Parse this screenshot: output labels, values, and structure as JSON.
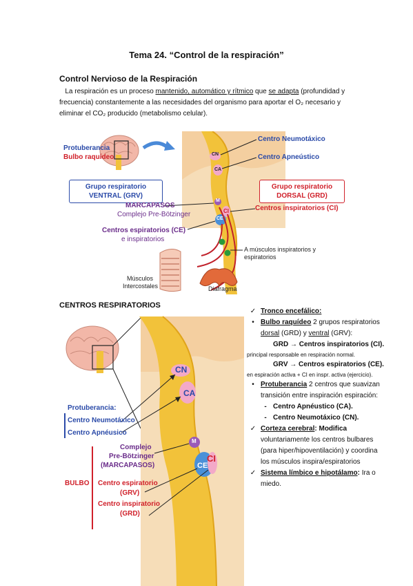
{
  "title": "Tema 24. “Control de la respiración”",
  "section1": {
    "heading": "Control Nervioso de la Respiración",
    "intro_parts": [
      "La respiración es un proceso ",
      "mantenido, automático y rítmico",
      " que ",
      "se adapta",
      " (profundidad y frecuencia) constantemente a las necesidades del organismo para aportar el O₂ necesario y eliminar el CO₂ producido (metabolismo celular)."
    ]
  },
  "figure1": {
    "protuberancia": "Protuberancia",
    "bulbo": "Bulbo raquídeo",
    "cn_tag": "CN",
    "ca_tag": "CA",
    "m_tag": "M",
    "ci_tag": "CI",
    "ce_tag": "CE",
    "neumotaxico": "Centro Neumotáxico",
    "apneustico": "Centro Apneústico",
    "grv_box": "Grupo respiratorio VENTRAL (GRV)",
    "grd_box": "Grupo respiratorio DORSAL (GRD)",
    "marcapasos": "MARCAPASOS",
    "pre_botzinger": "Complejo Pre-Bötzinger",
    "centros_insp": "Centros inspiratorios (CI)",
    "centros_esp_line1": "Centros espiratorios (CE)",
    "centros_esp_line2": "e inspiratorios",
    "a_musculos_line1": "A músculos inspiratorios y",
    "a_musculos_line2": "espiratorios",
    "intercostales_line1": "Músculos",
    "intercostales_line2": "Intercostales",
    "diafragma": "Diafragma"
  },
  "section2": {
    "heading": "CENTROS RESPIRATORIOS"
  },
  "figure2": {
    "cn_tag": "CN",
    "ca_tag": "CA",
    "m_tag": "M",
    "ci_tag": "CI",
    "ce_tag": "CE",
    "protuberancia": "Protuberancia:",
    "neumotaxico": "Centro Neumotáxico",
    "apneusico": "Centro Apnéusico",
    "complejo_l1": "Complejo",
    "complejo_l2": "Pre-Bötzinger",
    "complejo_l3": "(MARCAPASOS)",
    "bulbo": "BULBO",
    "centro_esp_l1": "Centro espiratorio",
    "centro_esp_l2": "(GRV)",
    "centro_insp_l1": "Centro inspiratorio",
    "centro_insp_l2": "(GRD)"
  },
  "notes": {
    "check": "✓",
    "bullet": "•",
    "dash": "-",
    "tronco": "Tronco encefálico:",
    "bulbo_label": "Bulbo raquídeo",
    "bulbo_text_1": " 2 grupos respiratorios ",
    "dorsal": "dorsal",
    "bulbo_text_2": " (GRD) y ",
    "ventral": "ventral",
    "bulbo_text_3": " (GRV):",
    "grd_line": "GRD → Centros inspiratorios (CI).",
    "grd_note": "principal responsable en respiración normal.",
    "grv_line": "GRV → Centros espiratorios (CE).",
    "grv_note": "en espiración activa + CI en inspr. activa (ejercicio).",
    "protuberancia_label": "Protuberancia",
    "protuberancia_text": " 2 centros que suavizan transición entre inspiración espiración:",
    "dash1": "Centro Apnéustico (CA).",
    "dash2": "Centro Neumotáxico (CN).",
    "corteza_label": "Corteza cerebral",
    "corteza_text_bold": ": Modifica",
    "corteza_text": " voluntariamente los centros bulbares (para hiper/hipoventilación) y coordina los músculos inspira/espiratorios",
    "limbico_label": "Sistema límbico e hipotálamo",
    "limbico_bold": ":",
    "limbico_text": " Ira o miedo."
  },
  "colors": {
    "blue_label": "#2a4aa8",
    "red_label": "#d0202a",
    "purple_label": "#6a2c8a",
    "brainstem": "#f2c23a",
    "brainstem_dark": "#e0a41a",
    "pink": "#f3a9c8",
    "ce_blue": "#4a90d8",
    "m_purple": "#9a5ab8"
  }
}
